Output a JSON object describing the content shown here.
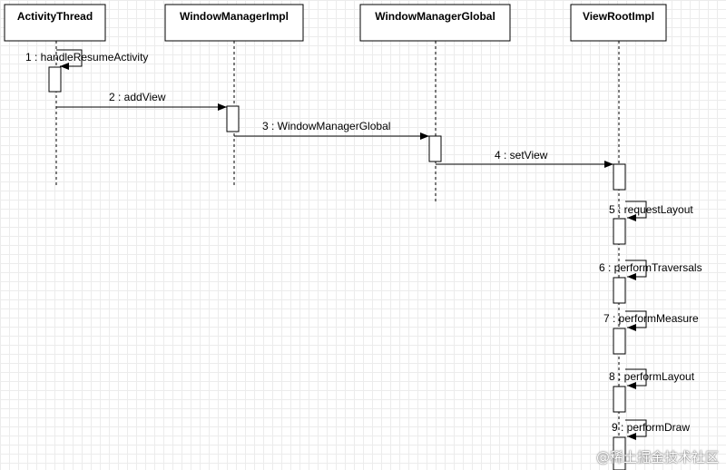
{
  "lifelines": [
    {
      "id": "at",
      "label": "ActivityThread"
    },
    {
      "id": "wmi",
      "label": "WindowManagerImpl"
    },
    {
      "id": "wmg",
      "label": "WindowManagerGlobal"
    },
    {
      "id": "vri",
      "label": "ViewRootImpl"
    }
  ],
  "messages": [
    {
      "label": "1 : handleResumeActivity",
      "from": "at",
      "to": "at"
    },
    {
      "label": "2 : addView",
      "from": "at",
      "to": "wmi"
    },
    {
      "label": "3 : WindowManagerGlobal",
      "from": "wmi",
      "to": "wmg"
    },
    {
      "label": "4 : setView",
      "from": "wmg",
      "to": "vri"
    },
    {
      "label": "5 : requestLayout",
      "from": "vri",
      "to": "vri"
    },
    {
      "label": "6 : performTraversals",
      "from": "vri",
      "to": "vri"
    },
    {
      "label": "7 : performMeasure",
      "from": "vri",
      "to": "vri"
    },
    {
      "label": "8 : performLayout",
      "from": "vri",
      "to": "vri"
    },
    {
      "label": "9 : performDraw",
      "from": "vri",
      "to": "vri"
    }
  ],
  "watermark": "@稀土掘金技术社区"
}
